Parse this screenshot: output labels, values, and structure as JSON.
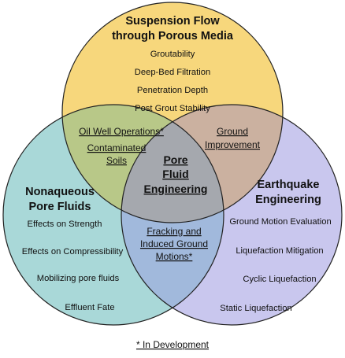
{
  "circles": {
    "top": {
      "color": "#f7d77c",
      "title_lines": [
        "Suspension Flow",
        "through Porous Media"
      ],
      "items": [
        "Groutability",
        "Deep-Bed Filtration",
        "Penetration Depth",
        "Post Grout Stability"
      ]
    },
    "left": {
      "color": "#a9d8d8",
      "title_lines": [
        "Nonaqueous",
        "Pore Fluids"
      ],
      "items": [
        "Effects on Strength",
        "Effects on Compressibility",
        "Mobilizing pore fluids",
        "Effluent  Fate"
      ]
    },
    "right": {
      "color": "#c9c7ee",
      "title_lines": [
        "Earthquake",
        "Engineering"
      ],
      "items": [
        "Ground Motion Evaluation",
        "Liquefaction Mitigation",
        "Cyclic Liquefaction",
        "Static Liquefaction"
      ]
    }
  },
  "overlaps": {
    "top_left": [
      "Oil Well Operations*",
      "Contaminated",
      "Soils"
    ],
    "top_right": [
      "Ground",
      "Improvement"
    ],
    "left_right": [
      "Fracking and",
      "Induced Ground",
      "Motions*"
    ],
    "center": [
      "Pore",
      "Fluid",
      "Engineering"
    ]
  },
  "footnote": "* In Development"
}
